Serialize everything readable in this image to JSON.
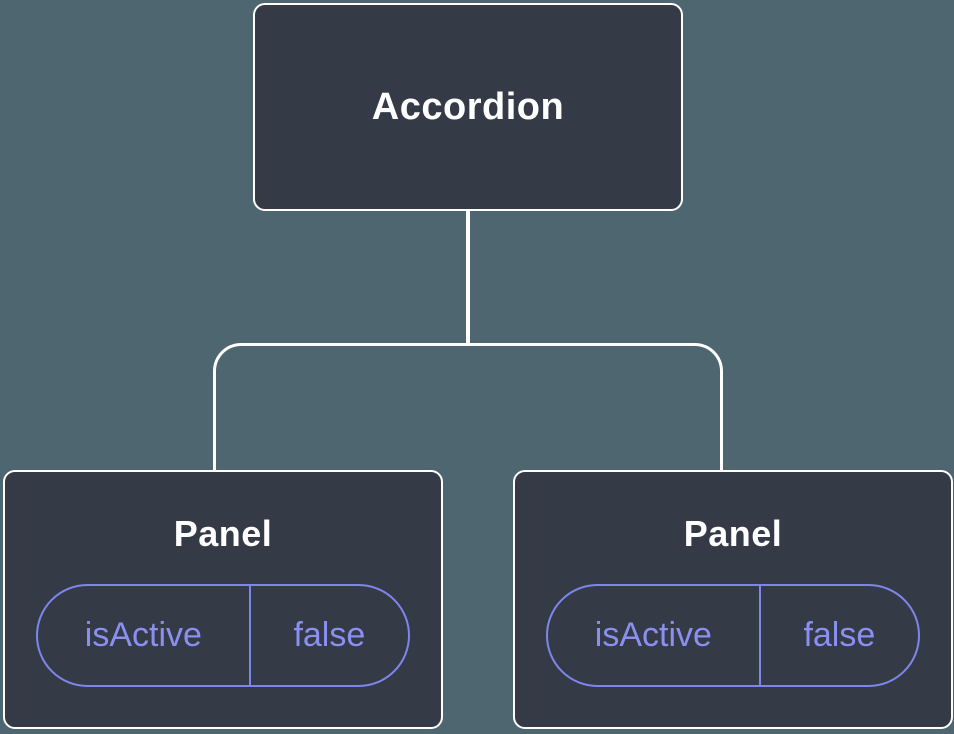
{
  "diagram": {
    "type": "component-tree",
    "colors": {
      "background": "#4D6670",
      "node_fill": "#343A46",
      "node_border": "#FFFFFF",
      "accent_border": "#7E86EC",
      "accent_text": "#8A90F0",
      "label_text": "#FFFFFF"
    },
    "root": {
      "label": "Accordion"
    },
    "children": [
      {
        "label": "Panel",
        "prop": {
          "name": "isActive",
          "value": "false"
        }
      },
      {
        "label": "Panel",
        "prop": {
          "name": "isActive",
          "value": "false"
        }
      }
    ]
  }
}
